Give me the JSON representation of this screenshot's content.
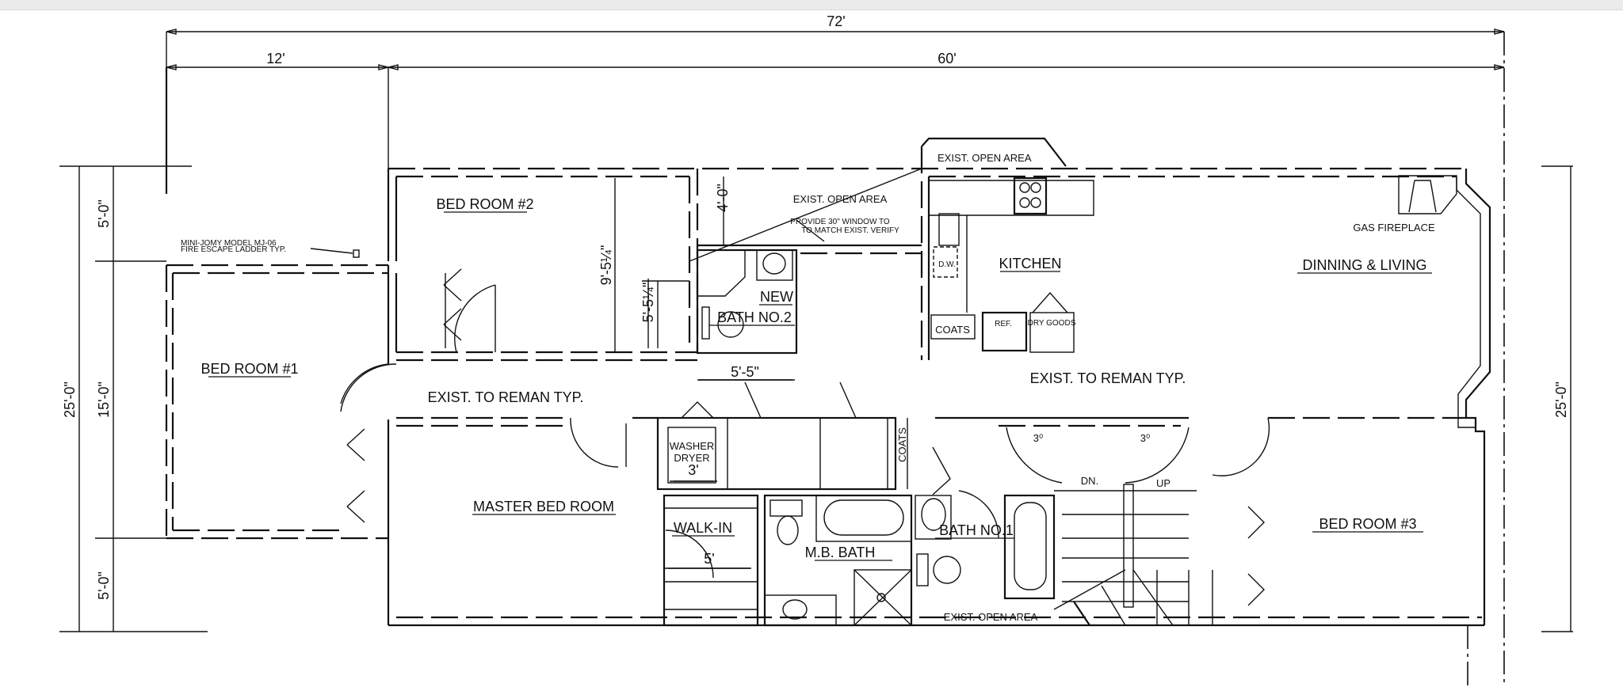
{
  "dimensions": {
    "overall_width": "72'",
    "left_width": "12'",
    "right_width": "60'",
    "left_depth_total": "25'-0\"",
    "left_top": "5'-0\"",
    "left_middle": "15'-0\"",
    "left_bottom": "5'-0\"",
    "right_depth_total": "25'-0\"",
    "open_area_depth": "4'-0\"",
    "bedroom2_depth": "9'-5¼\"",
    "bath2_depth": "5'-5¼\"",
    "bath2_width": "5'-5\"",
    "washer_width": "3'",
    "walkin_width": "5'",
    "door_left": "3⁰",
    "door_right": "3⁰"
  },
  "rooms": {
    "bedroom2": "BED ROOM #2",
    "bedroom1": "BED ROOM #1",
    "new": "NEW",
    "bath2": "BATH NO.2",
    "kitchen": "KITCHEN",
    "dining_living": "DINNING & LIVING",
    "master_bed": "MASTER BED ROOM",
    "walk_in": "WALK-IN",
    "mb_bath": "M.B. BATH",
    "bath1": "BATH NO.1",
    "bedroom3": "BED ROOM #3"
  },
  "fixtures": {
    "dw": "D.W.",
    "coats_kitchen": "COATS",
    "ref": "REF.",
    "dry_goods": "DRY GOODS",
    "fireplace": "GAS FIREPLACE",
    "washer": "WASHER",
    "dryer": "DRYER",
    "coats_hall": "COATS",
    "down": "DN.",
    "up": "UP"
  },
  "notes": {
    "ladder_1": "MINI-JOMY MODEL MJ-06",
    "ladder_2": "FIRE ESCAPE LADDER TYP.",
    "open_area_top_mid": "EXIST. OPEN AREA",
    "window_1": "PROVIDE 30\" WINDOW TO",
    "window_2": "TO MATCH EXIST. VERIFY",
    "open_area_top_right": "EXIST. OPEN AREA",
    "remain_left": "EXIST. TO REMAN TYP.",
    "remain_right": "EXIST. TO REMAN TYP.",
    "open_area_bottom": "EXIST. OPEN AREA"
  }
}
